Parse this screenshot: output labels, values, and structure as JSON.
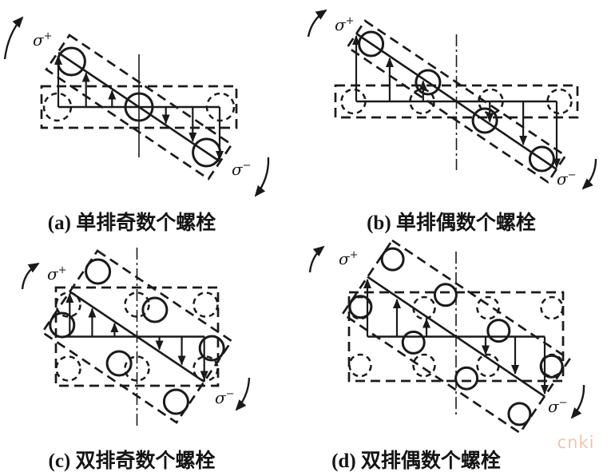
{
  "figure": {
    "background": "#ffffff",
    "ink": "#1a1a1a",
    "panels": [
      {
        "id": "a",
        "caption": "(a) 单排奇数个螺栓"
      },
      {
        "id": "b",
        "caption": "(b) 单排偶数个螺栓"
      },
      {
        "id": "c",
        "caption": "(c) 双排奇数个螺栓"
      },
      {
        "id": "d",
        "caption": "(d) 双排偶数个螺栓"
      }
    ],
    "stress_labels": {
      "sigma": "σ",
      "plus": "+",
      "minus": "−"
    },
    "watermark": {
      "text": "cnki",
      "color": "#f0c5ad"
    }
  }
}
